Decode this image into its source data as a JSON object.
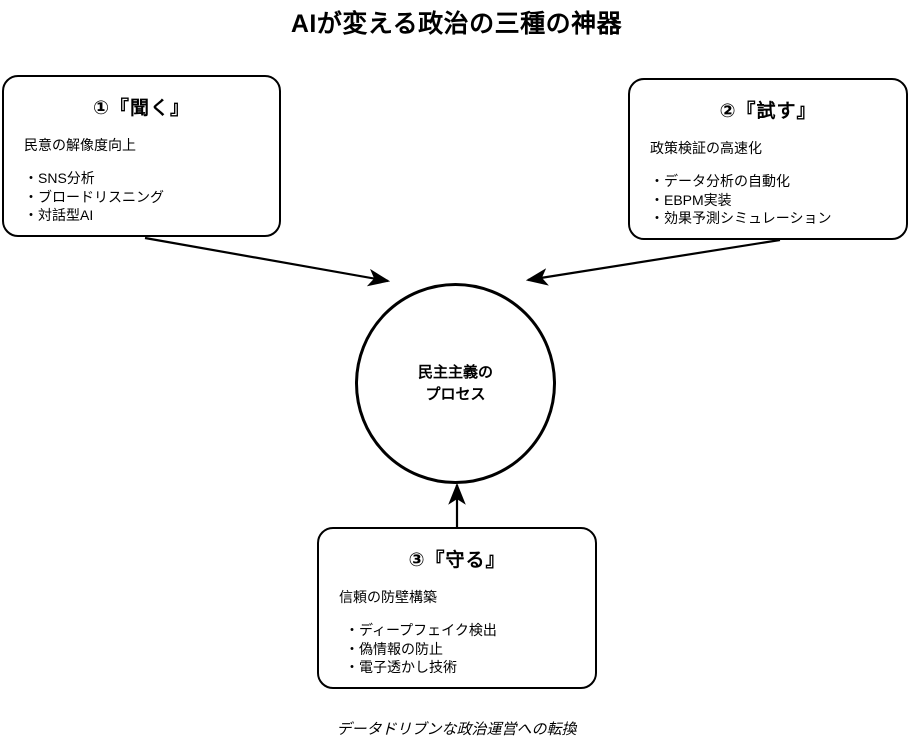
{
  "title": "AIが変える政治の三種の神器",
  "footer": "データドリブンな政治運営への転換",
  "center": {
    "label": "民主主義の\nプロセス"
  },
  "boxes": [
    {
      "id": "kiku",
      "header": "①『聞く』",
      "subtitle": "民意の解像度向上",
      "items": [
        "・SNS分析",
        "・ブロードリスニング",
        "・対話型AI"
      ]
    },
    {
      "id": "tamesu",
      "header": "②『試す』",
      "subtitle": "政策検証の高速化",
      "items": [
        "・データ分析の自動化",
        "・EBPM実装",
        "・効果予測シミュレーション"
      ]
    },
    {
      "id": "mamoru",
      "header": "③『守る』",
      "subtitle": "信頼の防壁構築",
      "items": [
        "・ディープフェイク検出",
        "・偽情報の防止",
        "・電子透かし技術"
      ]
    }
  ],
  "colors": {
    "stroke": "#000000",
    "background": "#ffffff",
    "text": "#000000"
  }
}
